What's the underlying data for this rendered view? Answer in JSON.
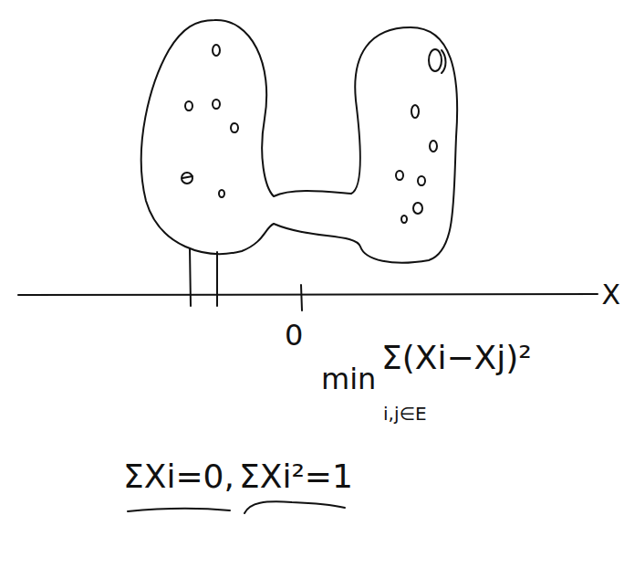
{
  "diagram": {
    "labels": [
      "X",
      "0",
      "min",
      "Σ(Xi−Xj)²",
      "i,j∈E",
      "ΣXi=0,",
      "ΣXi²=1"
    ]
  }
}
